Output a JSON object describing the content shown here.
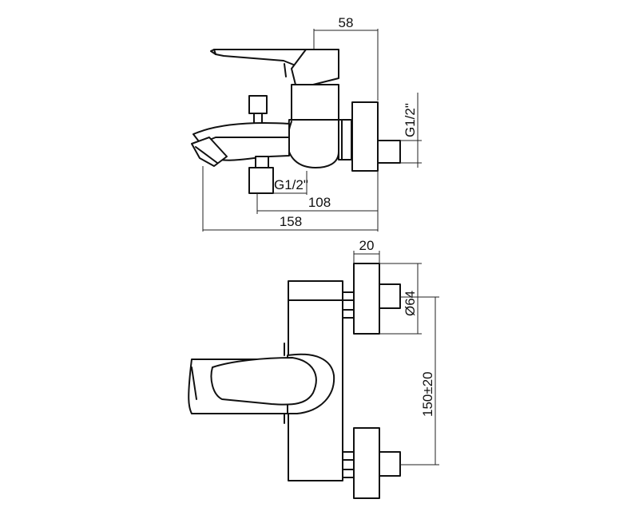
{
  "side_view": {
    "dim_top": "58",
    "dim_thread_right": "G1/2\"",
    "dim_thread_bottom": "G1/2\"",
    "dim_108": "108",
    "dim_158": "158"
  },
  "top_view": {
    "dim_20": "20",
    "dim_diameter": "Ø64",
    "dim_spacing": "150±20"
  }
}
